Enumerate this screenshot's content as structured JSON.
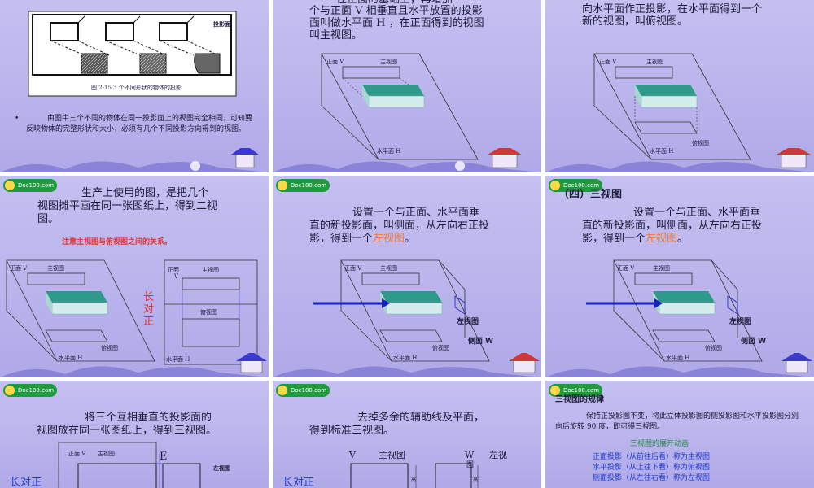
{
  "slide1": {
    "figure_label": "投影面",
    "figure_caption": "图 2-15   3 个不同形状的物体的投影",
    "bullet": "•",
    "body": "由图中三个不同的物体在同一投影面上的视图完全相同，可知要反映物体的完整形状和大小，必须有几个不同投影方向得到的视图。"
  },
  "slide2": {
    "text_line0": "在正面的基础上，再增加",
    "text_line1": "个与正面 V 相垂直且水平放置的投影",
    "text_line2": "面叫做水平面 H ，在正面得到的视图",
    "text_line3": "叫主视图。",
    "label_front": "正面 V",
    "label_main": "主视图",
    "label_horizontal": "水平面 H"
  },
  "slide3": {
    "text_line1": "向水平面作正投影，在水平面得到一个",
    "text_line2": "新的视图，叫俯视图。",
    "label_front": "正面 V",
    "label_main": "主视图",
    "label_top": "俯视图",
    "label_horizontal": "水平面 H"
  },
  "slide4": {
    "logo": "Doc100.com",
    "text_line1": "生产上使用的图，是把几个",
    "text_line2": "视图摊平画在同一张图纸上，得到二视",
    "text_line3": "图。",
    "note": "注意主视图与俯视图之间的关系。",
    "side_note": "长\n对\n正",
    "label_front": "正面 V",
    "label_main": "主视图",
    "label_top": "俯视图",
    "label_horizontal": "水平面 H",
    "right_front": "正面",
    "right_v": "V",
    "right_main": "主视图",
    "right_top": "俯视图",
    "right_horizontal": "水平面 H"
  },
  "slide5": {
    "logo": "Doc100.com",
    "text_line1": "设置一个与正面、水平面垂",
    "text_line2": "直的新投影面，叫侧面，从左向右正投",
    "text_line3_a": "影，得到一个",
    "text_line3_b": "左视图",
    "text_line3_c": "。",
    "label_front": "正面 V",
    "label_main": "主视图",
    "label_left": "左视图",
    "label_side": "侧面 W",
    "label_top": "俯视图",
    "label_horizontal": "水平面 H"
  },
  "slide6": {
    "logo": "Doc100.com",
    "heading": "（四）三视图",
    "text_line1": "设置一个与正面、水平面垂",
    "text_line2": "直的新投影面，叫侧面，从左向右正投",
    "text_line3_a": "影，得到一个",
    "text_line3_b": "左视图",
    "text_line3_c": "。",
    "label_front": "正面 V",
    "label_main": "主视图",
    "label_left": "左视图",
    "label_side": "侧面 W",
    "label_top": "俯视图",
    "label_horizontal": "水平面 H"
  },
  "slide7": {
    "logo": "Doc100.com",
    "text_line1": "将三个互相垂直的投影面的",
    "text_line2": "视图放在同一张图纸上，得到三视图。",
    "side_note": "长对正",
    "label_front": "正面 V",
    "label_main": "主视图",
    "label_e": "E",
    "label_left": "左视图"
  },
  "slide8": {
    "logo": "Doc100.com",
    "text_line1": "去掉多余的辅助线及平面，",
    "text_line2": "得到标准三视图。",
    "side_note": "长对正",
    "label_v": "V",
    "label_main": "主视图",
    "label_w": "W",
    "label_tu": "图",
    "label_left": "左视",
    "label_gao": "高"
  },
  "slide9": {
    "logo": "Doc100.com",
    "heading": "三视图的规律",
    "body": "保持正投影图不变，将此立体投影图的侧投影图和水平投影图分别向后旋转 90 度，即可得三视图。",
    "anim_title": "三视图的展开动画",
    "rule1": "正面投影（从前往后看）称为主视图",
    "rule2": "水平投影（从上往下看）称为俯视图",
    "rule3": "侧面投影（从左往右看）称为左视图"
  },
  "colors": {
    "slide_bg": "#bcb6ee",
    "box_top": "#2f9a8c",
    "box_front": "#d4ecec",
    "arrow": "#1a20c0",
    "logo_green": "#1f9a3f"
  }
}
